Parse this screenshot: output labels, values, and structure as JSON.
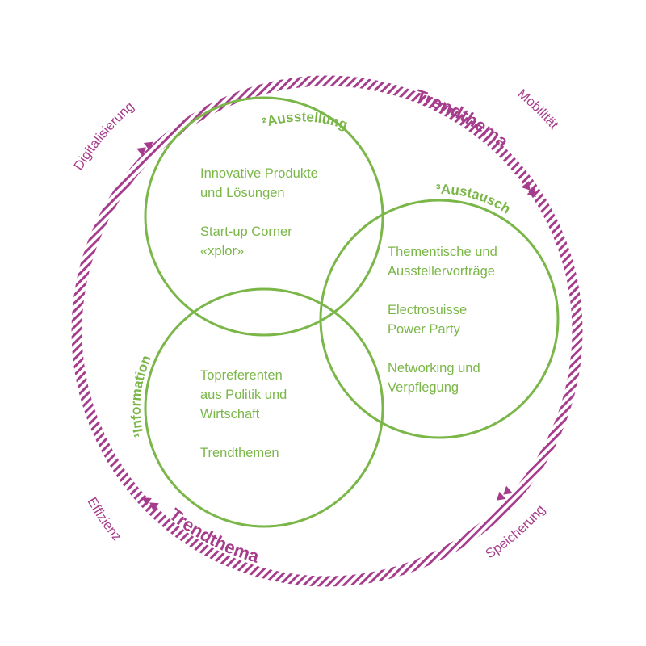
{
  "colors": {
    "green": "#7ab648",
    "magenta": "#a63c8c"
  },
  "circles": {
    "ausstellung": {
      "title": "²Ausstellung",
      "lines": [
        "Innovative Produkte",
        "und Lösungen",
        "",
        "Start-up Corner",
        "«xplor»"
      ]
    },
    "austausch": {
      "title": "³Austausch",
      "lines": [
        "Thementische und",
        "Ausstellervorträge",
        "",
        "Electrosuisse",
        "Power Party",
        "",
        "Networking und",
        "Verpflegung"
      ]
    },
    "information": {
      "title": "¹Information",
      "lines": [
        "Topreferenten",
        "aus Politik und",
        "Wirtschaft",
        "",
        "Trendthemen"
      ]
    }
  },
  "ring": {
    "trendthema_top": "Trendthema",
    "trendthema_bottom": "Trendthema",
    "topics": {
      "top_left": "Digitalisierung",
      "top_right": "Mobilität",
      "bottom_left": "Effizienz",
      "bottom_right": "Speicherung"
    },
    "arrow_icon": "double-triangle-arrow-icon"
  }
}
